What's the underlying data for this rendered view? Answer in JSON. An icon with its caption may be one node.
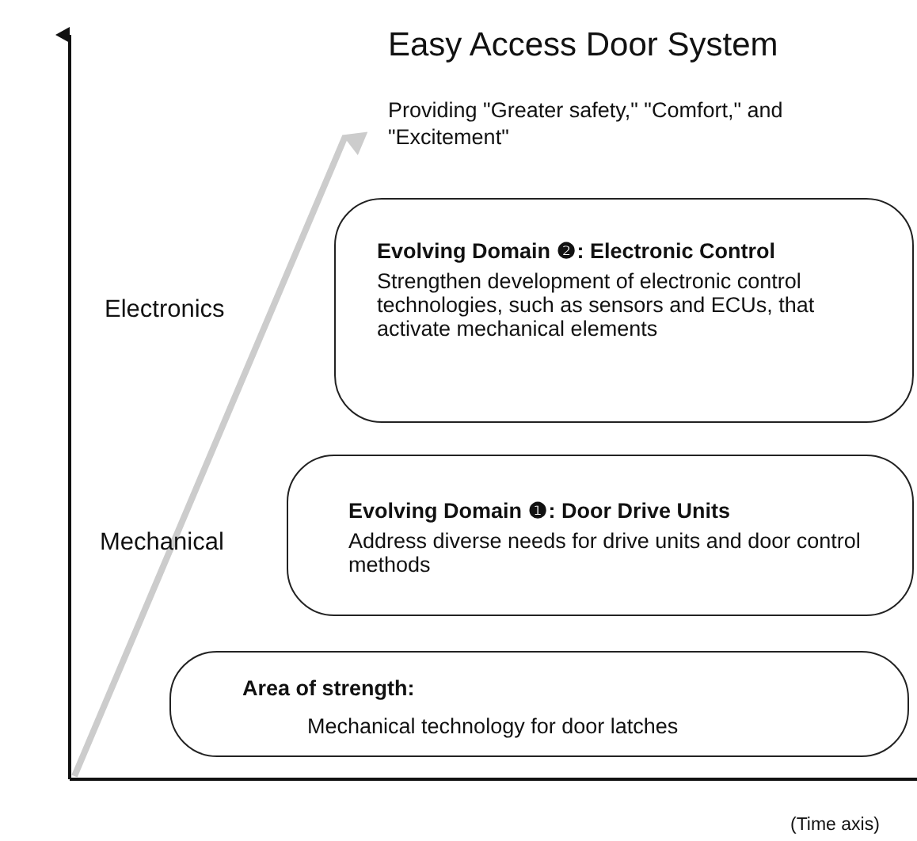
{
  "diagram": {
    "title": "Easy Access Door System",
    "nodes": [
      {
        "text": [
          "Evolving Domain ❷: Electronic Control",
          "Strengthen development of electronic control technologies, such as sensors and ECUs, that activate mechanical elements"
        ]
      },
      {
        "text": [
          "Evolving Domain ❶: Door Drive Units",
          "Address diverse needs for drive units and door control methods"
        ]
      },
      {
        "text": [
          "Area of strength:",
          "Mechanical technology for door latches"
        ]
      }
    ],
    "edges": [],
    "labels": [
      "Providing \"Greater safety,\" \"Comfort,\" and \"Excitement\"",
      "Electronics",
      "Mechanical",
      "(Time axis)"
    ]
  }
}
